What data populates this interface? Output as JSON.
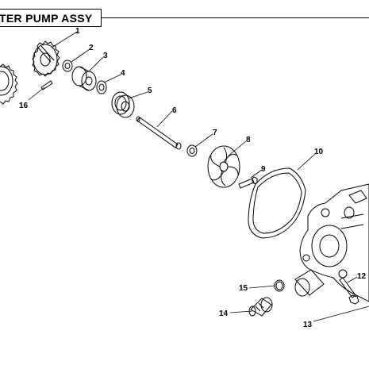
{
  "title": "TER PUMP ASSY",
  "callouts": [
    "1",
    "2",
    "3",
    "4",
    "5",
    "6",
    "7",
    "8",
    "9",
    "10",
    "12",
    "13",
    "14",
    "15",
    "16"
  ]
}
